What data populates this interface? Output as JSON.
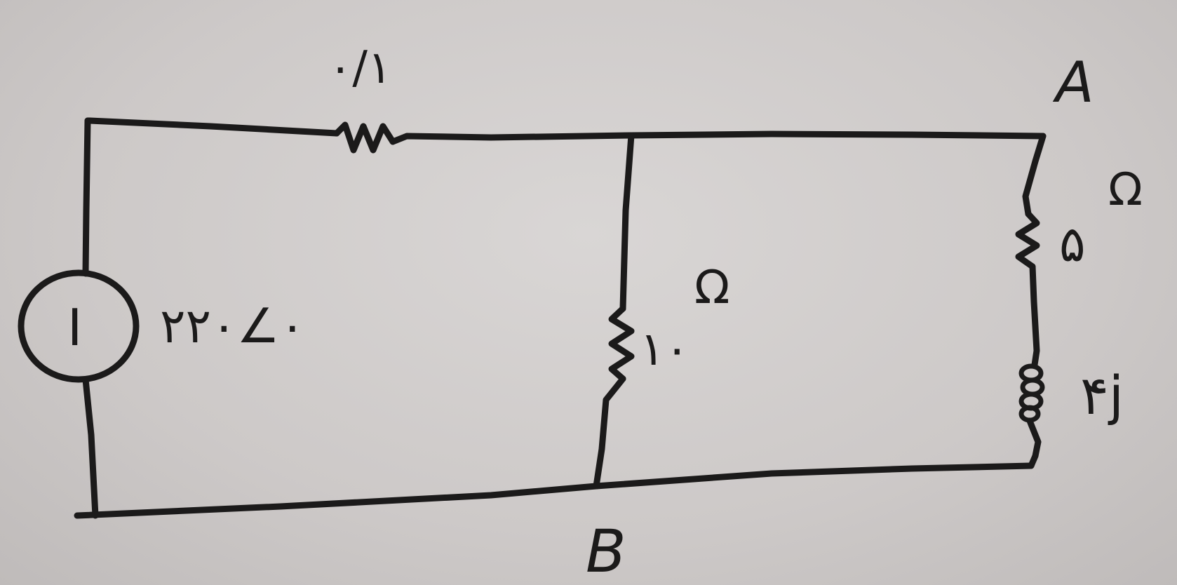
{
  "diagram": {
    "nodes": {
      "a": "A",
      "b": "B"
    },
    "source": {
      "symbol": "I",
      "value": "۲۲۰∠۰"
    },
    "resistor_top": {
      "value": "۰/۱"
    },
    "resistor_middle": {
      "value": "۱۰",
      "unit": "Ω"
    },
    "resistor_right": {
      "value": "۵",
      "unit": "Ω"
    },
    "inductor_right": {
      "value": "۴j"
    }
  }
}
